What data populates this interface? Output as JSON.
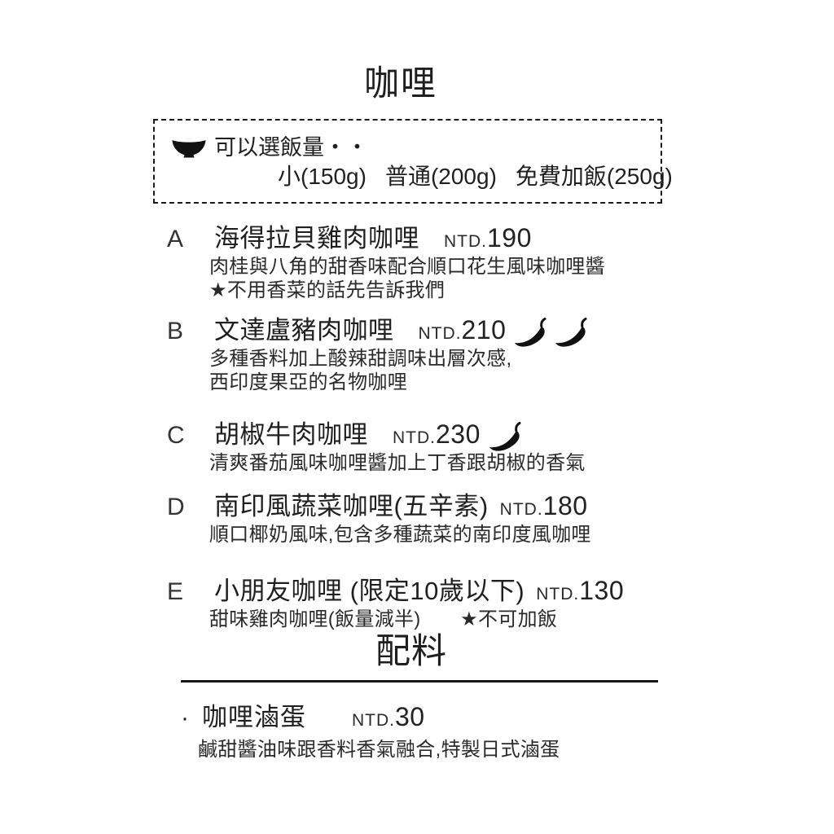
{
  "page_title": "咖哩",
  "colors": {
    "ink": "#1f1f1f",
    "background": "#ffffff"
  },
  "icons": {
    "rice_bowl": "rice-bowl-icon",
    "spice": "chili-icon"
  },
  "rice_box": {
    "label": "可以選飯量・・",
    "options": [
      "小(150g)",
      "普通(200g)",
      "免費加飯(250g)"
    ]
  },
  "currency_prefix": "NTD.",
  "items": [
    {
      "letter": "A",
      "name": "海得拉貝雞肉咖哩",
      "price": "190",
      "spice": 0,
      "desc_lines": [
        "肉桂與八角的甜香味配合順口花生風味咖哩醬",
        "★不用香菜的話先告訴我們"
      ]
    },
    {
      "letter": "B",
      "name": "文達盧豬肉咖哩",
      "price": "210",
      "spice": 2,
      "desc_lines": [
        "多種香料加上酸辣甜調味出層次感,",
        "西印度果亞的名物咖哩"
      ]
    },
    {
      "letter": "C",
      "name": "胡椒牛肉咖哩",
      "price": "230",
      "spice": 1,
      "desc_lines": [
        "清爽番茄風味咖哩醬加上丁香跟胡椒的香氣"
      ]
    },
    {
      "letter": "D",
      "name": "南印風蔬菜咖哩(五辛素)",
      "price": "180",
      "spice": 0,
      "desc_lines": [
        "順口椰奶風味,包含多種蔬菜的南印度風咖哩"
      ]
    },
    {
      "letter": "E",
      "name": "小朋友咖哩 (限定10歲以下)",
      "price": "130",
      "spice": 0,
      "desc_lines": [
        "甜味雞肉咖哩(飯量減半)　　★不可加飯"
      ]
    }
  ],
  "sides": {
    "title": "配料",
    "items": [
      {
        "bullet": "·",
        "name": "咖哩滷蛋",
        "price": "30",
        "desc_lines": [
          "鹹甜醬油味跟香料香氣融合,特製日式滷蛋"
        ]
      }
    ]
  }
}
